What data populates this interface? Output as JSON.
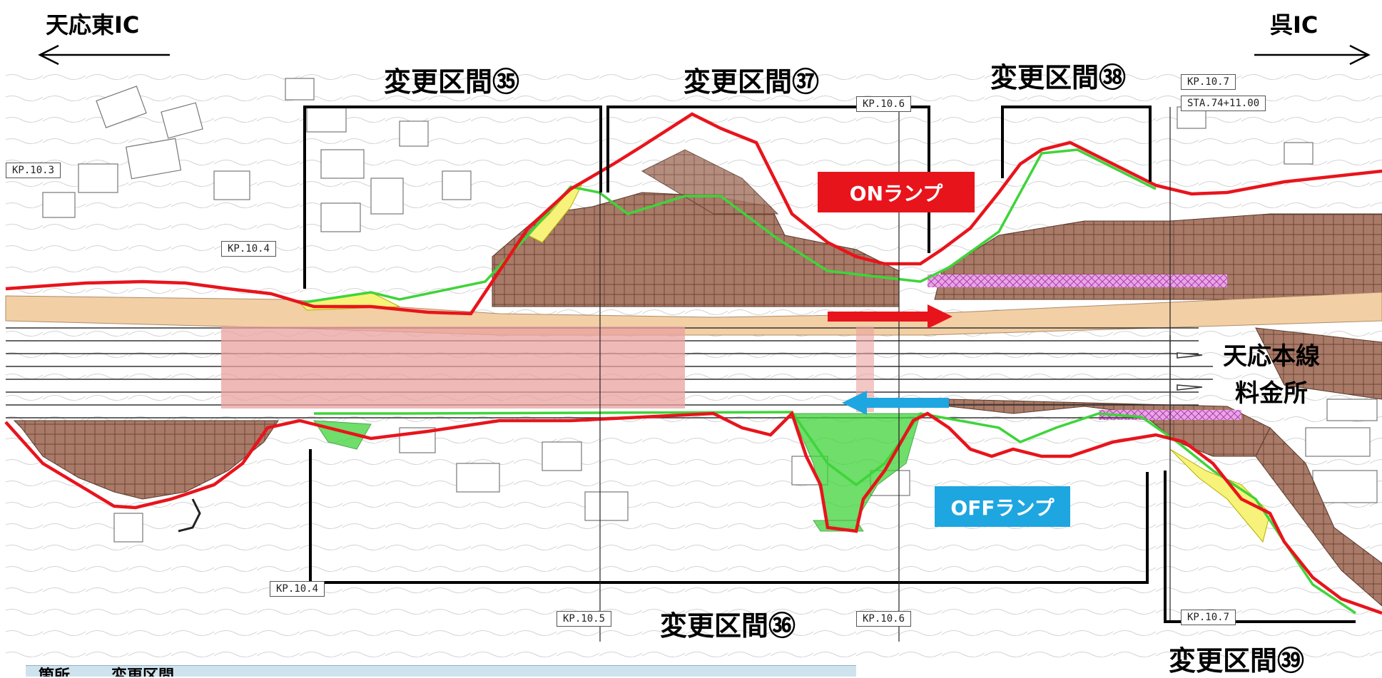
{
  "directions": {
    "west": "天応東IC",
    "east": "呉IC"
  },
  "sections": {
    "s35": "変更区間㉟",
    "s36": "変更区間㊱",
    "s37": "変更区間㊲",
    "s38": "変更区間㊳",
    "s39": "変更区間㊴"
  },
  "ramps": {
    "on": "ONランプ",
    "off": "OFFランプ"
  },
  "tollgate": {
    "line1": "天応本線",
    "line2": "料金所"
  },
  "kp_labels": {
    "kp103": "KP.10.3",
    "kp104_top": "KP.10.4",
    "kp104_bottom": "KP.10.4",
    "kp105": "KP.10.5",
    "kp106_top": "KP.10.6",
    "kp106_bottom": "KP.10.6",
    "kp107_top": "KP.10.7",
    "sta_top": "STA.74+11.00",
    "kp107_bottom": "KP.10.7"
  },
  "legend_table": {
    "col1": "箇所",
    "col2": "変更区間"
  },
  "colors": {
    "boundary_red": "#e8141c",
    "boundary_green": "#3fd43a",
    "on_ramp": "#e8141c",
    "off_ramp": "#1ea6e0",
    "cut_fill": "#a67462",
    "mainline_pink": "#e9a2a0",
    "yellow_area": "#f7f27a",
    "magenta_hatch": "#d95ad9",
    "tan_road": "#f0c89a"
  }
}
